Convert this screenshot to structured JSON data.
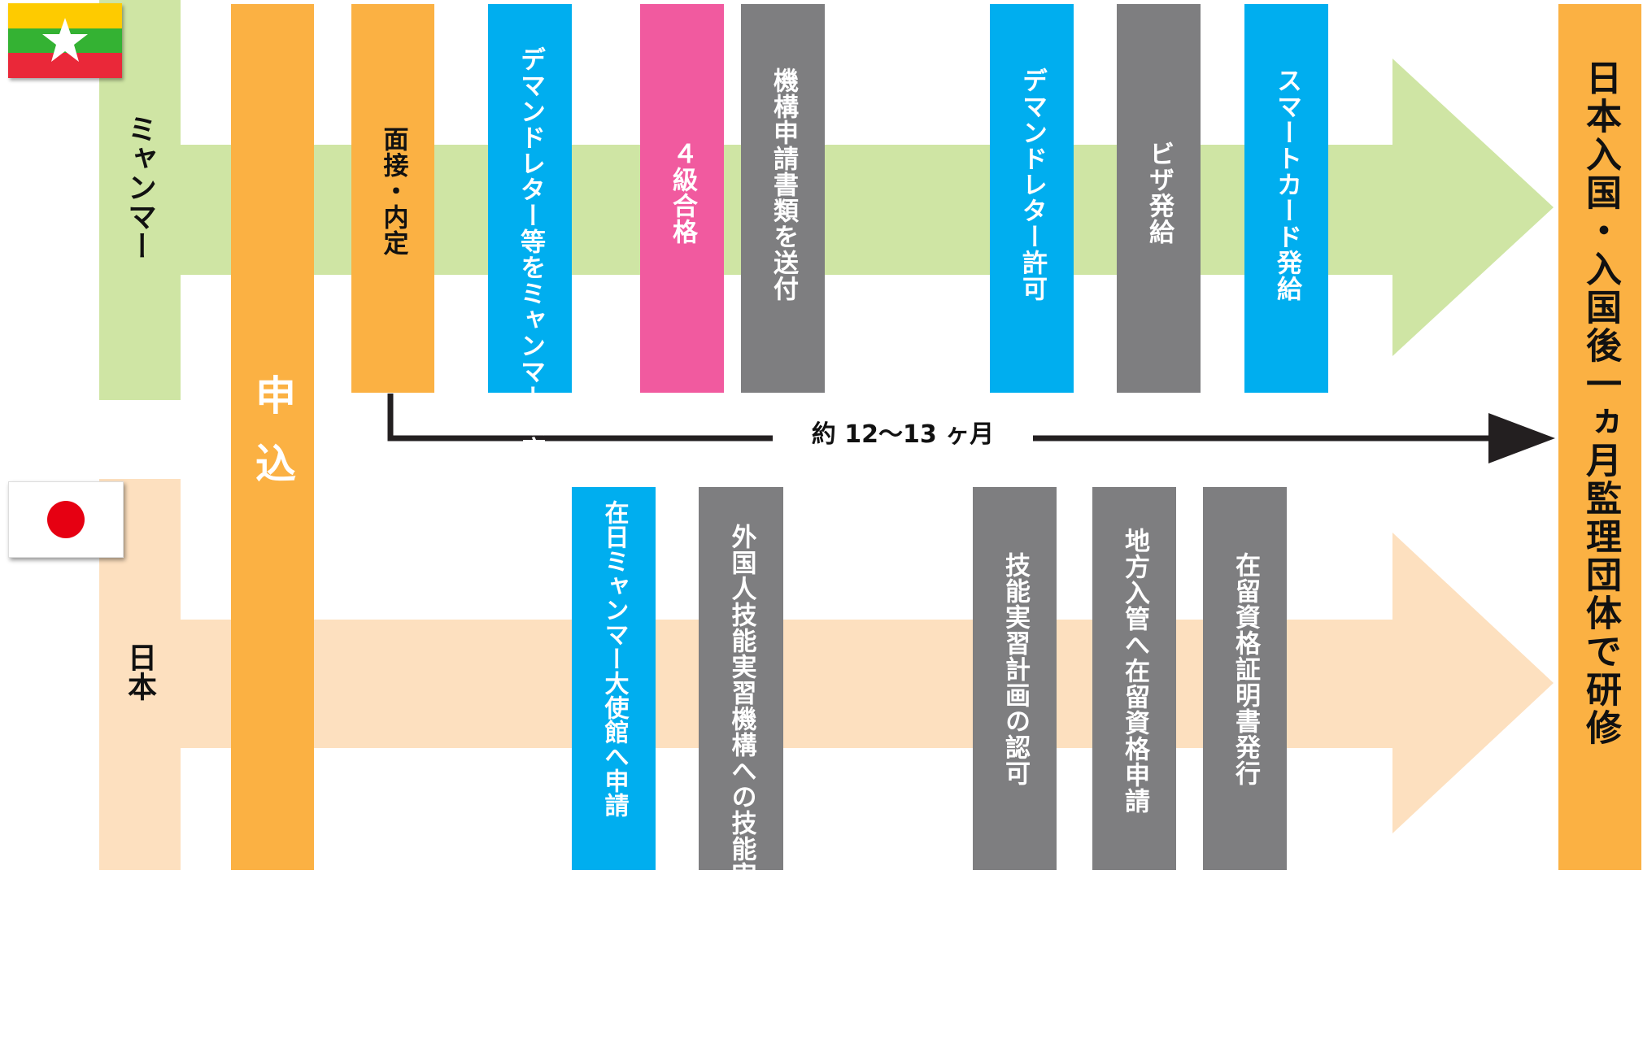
{
  "colors": {
    "green_band": "#cfe5a4",
    "peach_band": "#fde0bf",
    "orange": "#fbb143",
    "blue": "#00aeef",
    "pink": "#f15a9f",
    "gray": "#7e7e80",
    "dark": "#231f20"
  },
  "flags": {
    "myanmar": {
      "top": "#fecb00",
      "middle": "#34b233",
      "bottom": "#ea2839",
      "star": "#ffffff"
    },
    "japan": {
      "background": "#ffffff",
      "circle": "#e60012"
    }
  },
  "countries": {
    "myanmar": "ミャンマー",
    "japan": "日本"
  },
  "apply_label": "申込",
  "final_label": "日本入国・入国後一ヵ月監理団体で研修",
  "duration_label": "約 12〜13 ヶ月",
  "myanmar_steps": [
    {
      "label": "面接・内定",
      "color": "orange"
    },
    {
      "label": "デマンドレター等をミャンマー政府に提出",
      "color": "blue"
    },
    {
      "label": "４級合格",
      "color": "pink"
    },
    {
      "label": "機構申請書類を送付",
      "color": "gray"
    },
    {
      "label": "デマンドレター許可",
      "color": "blue"
    },
    {
      "label": "ビザ発給",
      "color": "gray"
    },
    {
      "label": "スマートカード発給",
      "color": "blue"
    }
  ],
  "japan_steps": [
    {
      "label": "在日ミャンマー大使館へ申請",
      "color": "blue"
    },
    {
      "label": "外国人技能実習機構への技能実習計画の提出",
      "color": "gray"
    },
    {
      "label": "技能実習計画の認可",
      "color": "gray"
    },
    {
      "label": "地方入管へ在留資格申請",
      "color": "gray"
    },
    {
      "label": "在留資格証明書発行",
      "color": "gray"
    }
  ]
}
